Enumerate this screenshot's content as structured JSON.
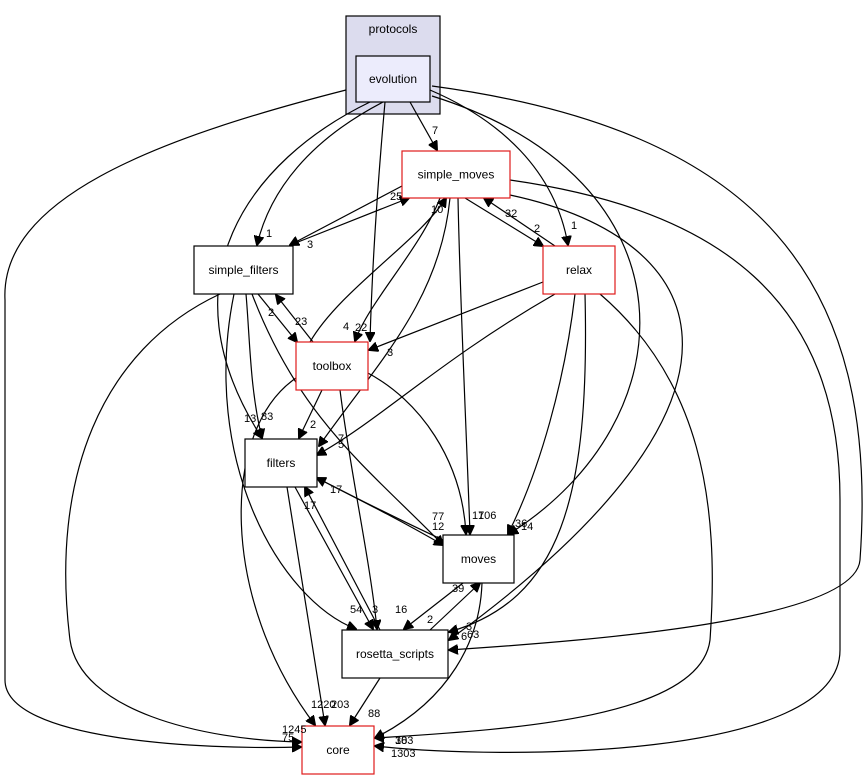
{
  "diagram": {
    "cluster": {
      "label": "protocols"
    },
    "nodes": {
      "evolution": {
        "label": "evolution",
        "style": "focus"
      },
      "simple_moves": {
        "label": "simple_moves",
        "style": "red"
      },
      "simple_filters": {
        "label": "simple_filters",
        "style": "plain"
      },
      "relax": {
        "label": "relax",
        "style": "red"
      },
      "toolbox": {
        "label": "toolbox",
        "style": "red"
      },
      "filters": {
        "label": "filters",
        "style": "plain"
      },
      "moves": {
        "label": "moves",
        "style": "plain"
      },
      "rosetta_scripts": {
        "label": "rosetta_scripts",
        "style": "plain"
      },
      "core": {
        "label": "core",
        "style": "red"
      }
    },
    "edges": [
      {
        "from": "evolution",
        "to": "simple_moves",
        "label": "7"
      },
      {
        "from": "evolution",
        "to": "simple_filters",
        "label": "1"
      },
      {
        "from": "evolution",
        "to": "relax",
        "label": "1"
      },
      {
        "from": "evolution",
        "to": "toolbox",
        "label": "4"
      },
      {
        "from": "evolution",
        "to": "filters",
        "label": "13"
      },
      {
        "from": "evolution",
        "to": "moves",
        "label": "14"
      },
      {
        "from": "evolution",
        "to": "rosetta_scripts",
        "label": "6"
      },
      {
        "from": "evolution",
        "to": "core",
        "label": "75"
      },
      {
        "from": "simple_moves",
        "to": "simple_filters",
        "label": "3"
      },
      {
        "from": "simple_filters",
        "to": "simple_moves",
        "label": "25"
      },
      {
        "from": "simple_moves",
        "to": "relax",
        "label": "2"
      },
      {
        "from": "relax",
        "to": "simple_moves",
        "label": "32"
      },
      {
        "from": "simple_moves",
        "to": "toolbox",
        "label": "22"
      },
      {
        "from": "toolbox",
        "to": "simple_moves",
        "label": "10"
      },
      {
        "from": "simple_moves",
        "to": "filters",
        "label": "5"
      },
      {
        "from": "simple_moves",
        "to": "moves",
        "label": "106"
      },
      {
        "from": "simple_moves",
        "to": "rosetta_scripts",
        "label": "63"
      },
      {
        "from": "simple_moves",
        "to": "core",
        "label": "1303"
      },
      {
        "from": "simple_filters",
        "to": "toolbox",
        "label": "23"
      },
      {
        "from": "toolbox",
        "to": "simple_filters",
        "label": "2"
      },
      {
        "from": "simple_filters",
        "to": "filters",
        "label": "83"
      },
      {
        "from": "simple_filters",
        "to": "moves",
        "label": "12"
      },
      {
        "from": "simple_filters",
        "to": "rosetta_scripts",
        "label": "54"
      },
      {
        "from": "simple_filters",
        "to": "core",
        "label": "1245"
      },
      {
        "from": "relax",
        "to": "toolbox",
        "label": "3"
      },
      {
        "from": "relax",
        "to": "filters",
        "label": "7"
      },
      {
        "from": "relax",
        "to": "moves",
        "label": "36"
      },
      {
        "from": "relax",
        "to": "rosetta_scripts",
        "label": "3"
      },
      {
        "from": "relax",
        "to": "core",
        "label": "18"
      },
      {
        "from": "toolbox",
        "to": "filters",
        "label": "2"
      },
      {
        "from": "toolbox",
        "to": "moves",
        "label": "17"
      },
      {
        "from": "toolbox",
        "to": "rosetta_scripts",
        "label": "16"
      },
      {
        "from": "toolbox",
        "to": "core",
        "label": "1220"
      },
      {
        "from": "filters",
        "to": "moves",
        "label": "77"
      },
      {
        "from": "moves",
        "to": "filters",
        "label": "17"
      },
      {
        "from": "filters",
        "to": "rosetta_scripts",
        "label": "3"
      },
      {
        "from": "rosetta_scripts",
        "to": "filters",
        "label": "17"
      },
      {
        "from": "filters",
        "to": "core",
        "label": "203"
      },
      {
        "from": "moves",
        "to": "rosetta_scripts",
        "label": "2"
      },
      {
        "from": "rosetta_scripts",
        "to": "moves",
        "label": "39"
      },
      {
        "from": "moves",
        "to": "core",
        "label": "303"
      },
      {
        "from": "rosetta_scripts",
        "to": "core",
        "label": "88"
      }
    ]
  }
}
